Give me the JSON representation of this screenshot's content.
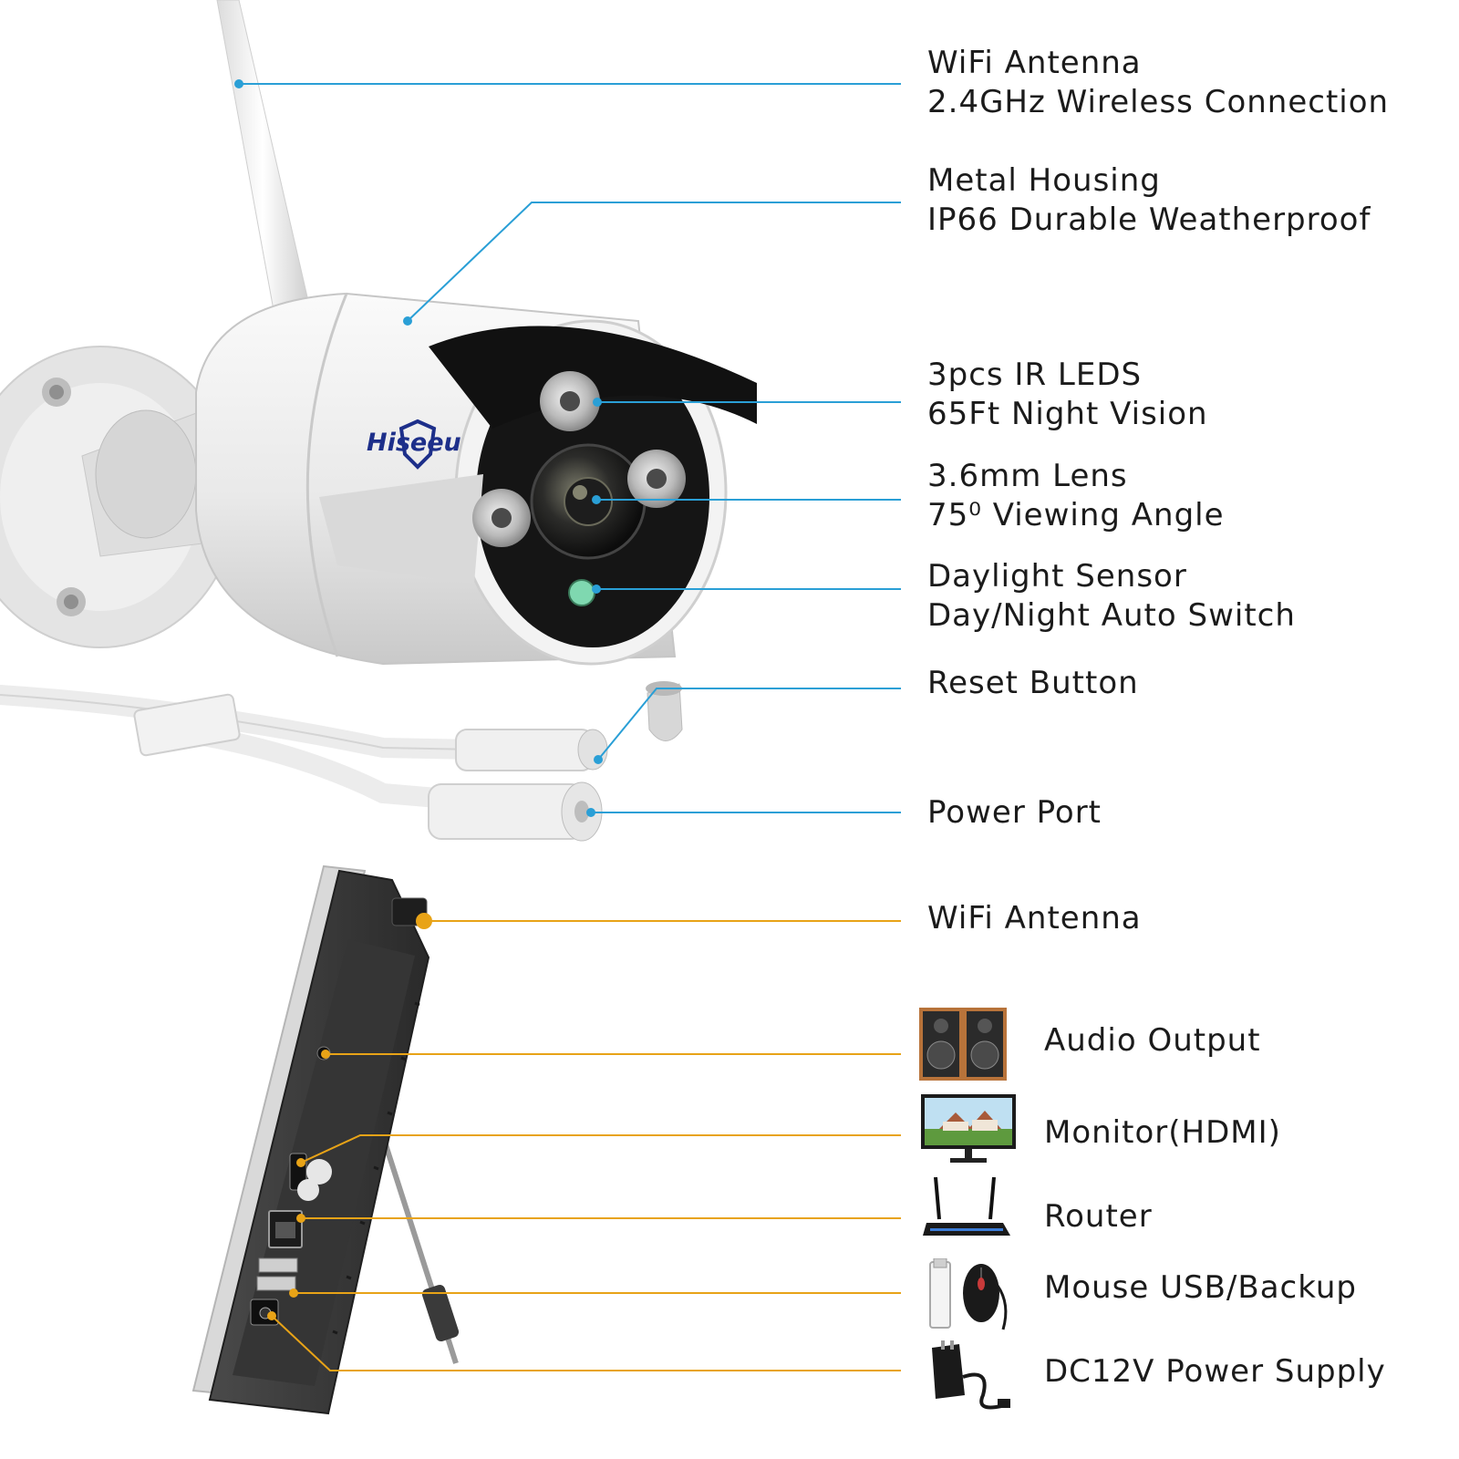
{
  "brand": {
    "logo_text": "Hiseeu"
  },
  "colors": {
    "camera_leader": "#2a9fd6",
    "nvr_leader": "#e8a317",
    "text": "#1b1b1b",
    "daylight_sensor": "#7fd8b0"
  },
  "camera_callouts": [
    {
      "line1": "WiFi Antenna",
      "line2": "2.4GHz Wireless Connection"
    },
    {
      "line1": "Metal Housing",
      "line2": "IP66 Durable Weatherproof"
    },
    {
      "line1": "3pcs IR LEDS",
      "line2": "65Ft Night Vision"
    },
    {
      "line1": "3.6mm Lens",
      "line2": "75⁰ Viewing Angle"
    },
    {
      "line1": "Daylight Sensor",
      "line2": "Day/Night Auto Switch"
    },
    {
      "line1": "Reset Button",
      "line2": ""
    },
    {
      "line1": "Power Port",
      "line2": ""
    }
  ],
  "nvr_callouts": [
    {
      "label": "WiFi Antenna",
      "icon": ""
    },
    {
      "label": "Audio Output",
      "icon": "speakers-icon"
    },
    {
      "label": "Monitor(HDMI)",
      "icon": "monitor-icon"
    },
    {
      "label": "Router",
      "icon": "router-icon"
    },
    {
      "label": "Mouse USB/Backup",
      "icon": "mouse-usb-icon"
    },
    {
      "label": "DC12V Power Supply",
      "icon": "power-adapter-icon"
    }
  ]
}
